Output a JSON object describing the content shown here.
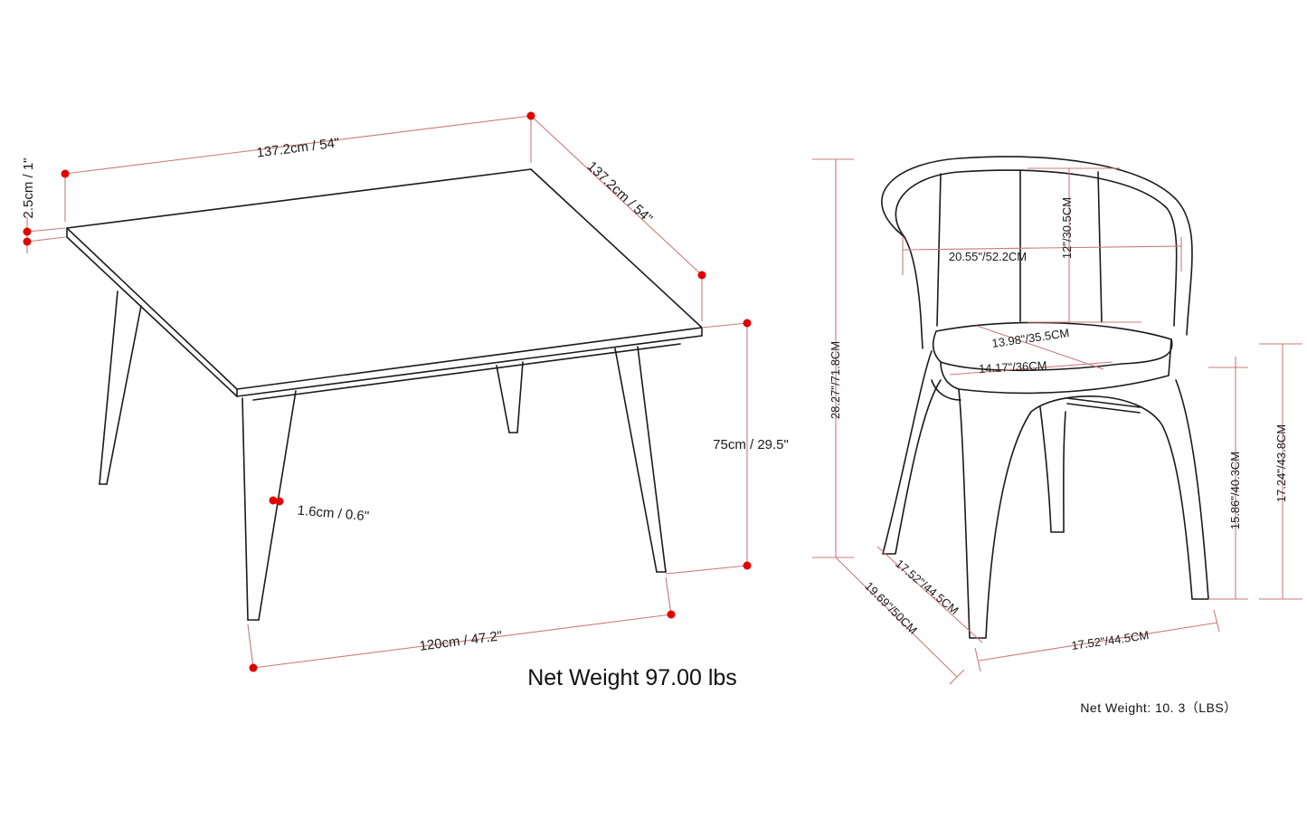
{
  "colors": {
    "dimension_line": "#c97b7b",
    "dimension_point": "#e00000",
    "outline": "#1a1a1a",
    "background": "#ffffff"
  },
  "table": {
    "top_length": "137.2cm / 54\"",
    "top_depth": "137.2cm / 54\"",
    "top_thickness": "2.5cm / 1\"",
    "height": "75cm / 29.5\"",
    "leg_thickness": "1.6cm / 0.6\"",
    "leg_span": "120cm / 47.2\"",
    "net_weight": "Net Weight 97.00 lbs"
  },
  "chair": {
    "overall_height": "28.27\"/71.8CM",
    "back_width": "20.55\"/52.2CM",
    "back_height": "12\"/30.5CM",
    "seat_depth": "13.98\"/35.5CM",
    "seat_width": "14.17\"/36CM",
    "base_depth": "17.52\"/44.5CM",
    "overall_depth": "19.69\"/50CM",
    "base_width": "17.52\"/44.5CM",
    "seat_height": "15.86\"/40.3CM",
    "arm_height": "17.24\"/43.8CM",
    "net_weight": "Net Weight: 10. 3（LBS）"
  }
}
